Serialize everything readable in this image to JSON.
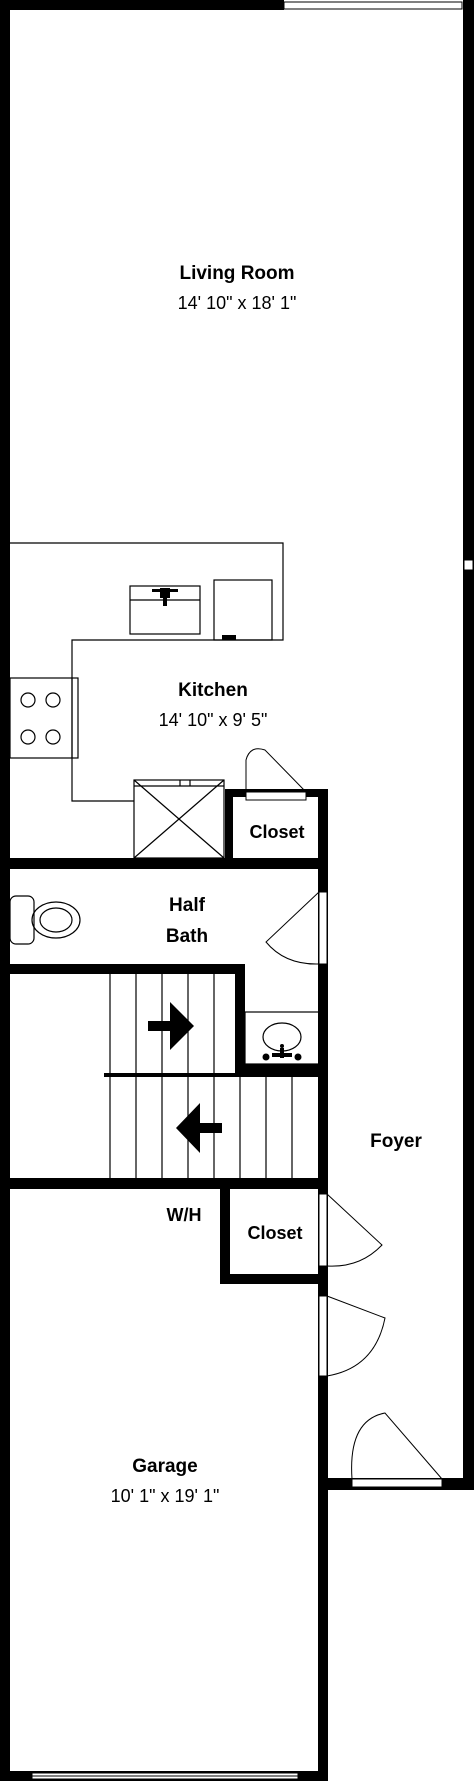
{
  "rooms": {
    "living_room": {
      "name": "Living Room",
      "dimensions": "14' 10\" x 18' 1\""
    },
    "kitchen": {
      "name": "Kitchen",
      "dimensions": "14' 10\" x 9' 5\""
    },
    "kitchen_closet": {
      "name": "Closet"
    },
    "half_bath": {
      "line1": "Half",
      "line2": "Bath"
    },
    "foyer": {
      "name": "Foyer"
    },
    "water_heater": {
      "name": "W/H"
    },
    "garage_closet": {
      "name": "Closet"
    },
    "garage": {
      "name": "Garage",
      "dimensions": "10' 1\" x 19' 1\""
    }
  }
}
